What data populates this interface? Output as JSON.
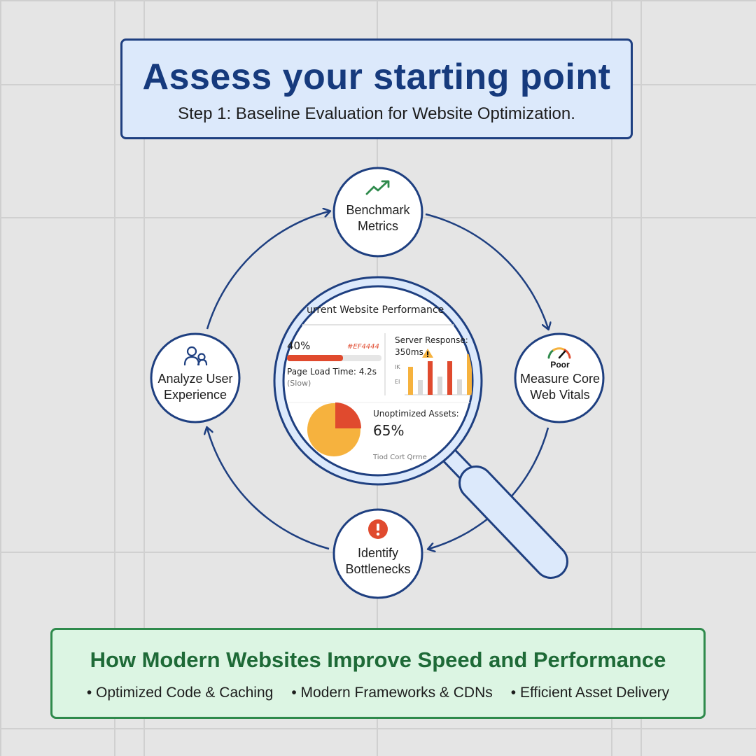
{
  "header": {
    "title": "Assess your starting point",
    "subtitle": "Step 1: Baseline Evaluation for Website Optimization."
  },
  "cycle": {
    "nodes": [
      {
        "label_line1": "Benchmark",
        "label_line2": "Metrics",
        "icon": "trend-up-icon"
      },
      {
        "label_line1": "Measure Core",
        "label_line2": "Web Vitals",
        "icon": "gauge-icon",
        "badge": "Poor"
      },
      {
        "label_line1": "Identify",
        "label_line2": "Bottlenecks",
        "icon": "alert-icon"
      },
      {
        "label_line1": "Analyze User",
        "label_line2": "Experience",
        "icon": "users-icon"
      }
    ]
  },
  "dashboard": {
    "title": "urrent Website Performance",
    "progress_value": "40%",
    "progress_note": "#EF4444",
    "page_load": "Page Load Time: 4.2s",
    "page_load_status": "(Slow)",
    "server_label": "Server Response:",
    "server_value": "350ms",
    "assets_label": "Unoptimized Assets:",
    "assets_value": "65%",
    "legend_text": "Tiod  Cort Qrrne",
    "axis_tick_1": "IK",
    "axis_tick_2": "EI"
  },
  "footer": {
    "title": "How Modern Websites Improve Speed and Performance",
    "bullets": [
      "Optimized Code & Caching",
      "Modern Frameworks & CDNs",
      "Efficient Asset Delivery"
    ]
  },
  "colors": {
    "navy": "#1e3f80",
    "red": "#e04a2e",
    "orange": "#f6b23e",
    "green": "#2f8a4c"
  }
}
